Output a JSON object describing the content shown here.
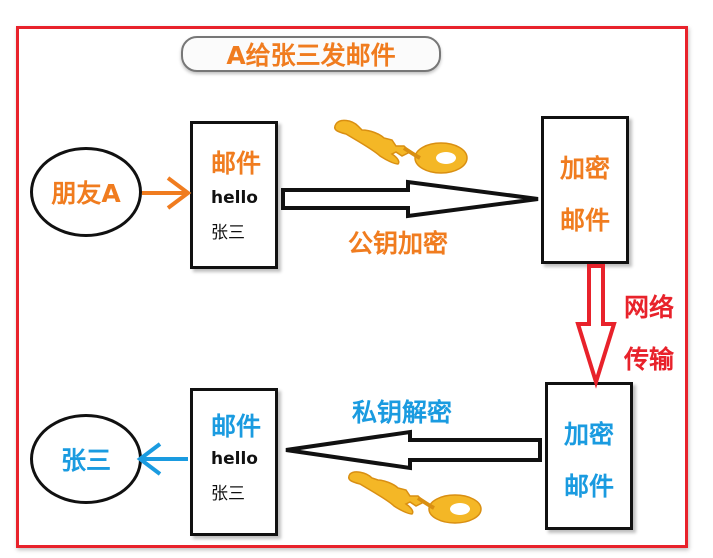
{
  "title": "A给张三发邮件",
  "sender": "朋友A",
  "receiver": "张三",
  "mail_top": {
    "heading": "邮件",
    "line1": "hello",
    "line2": "张三"
  },
  "mail_bottom": {
    "heading": "邮件",
    "line1": "hello",
    "line2": "张三"
  },
  "encrypted_top": {
    "line1": "加密",
    "line2": "邮件"
  },
  "encrypted_bottom": {
    "line1": "加密",
    "line2": "邮件"
  },
  "public_key_label": "公钥加密",
  "network_label": {
    "line1": "网络",
    "line2": "传输"
  },
  "private_key_label": "私钥解密",
  "colors": {
    "orange": "#f07c1f",
    "blue": "#1a9be0",
    "red": "#e8222b",
    "key_gold": "#f4b726"
  },
  "icons": [
    "key-icon",
    "key-icon"
  ]
}
